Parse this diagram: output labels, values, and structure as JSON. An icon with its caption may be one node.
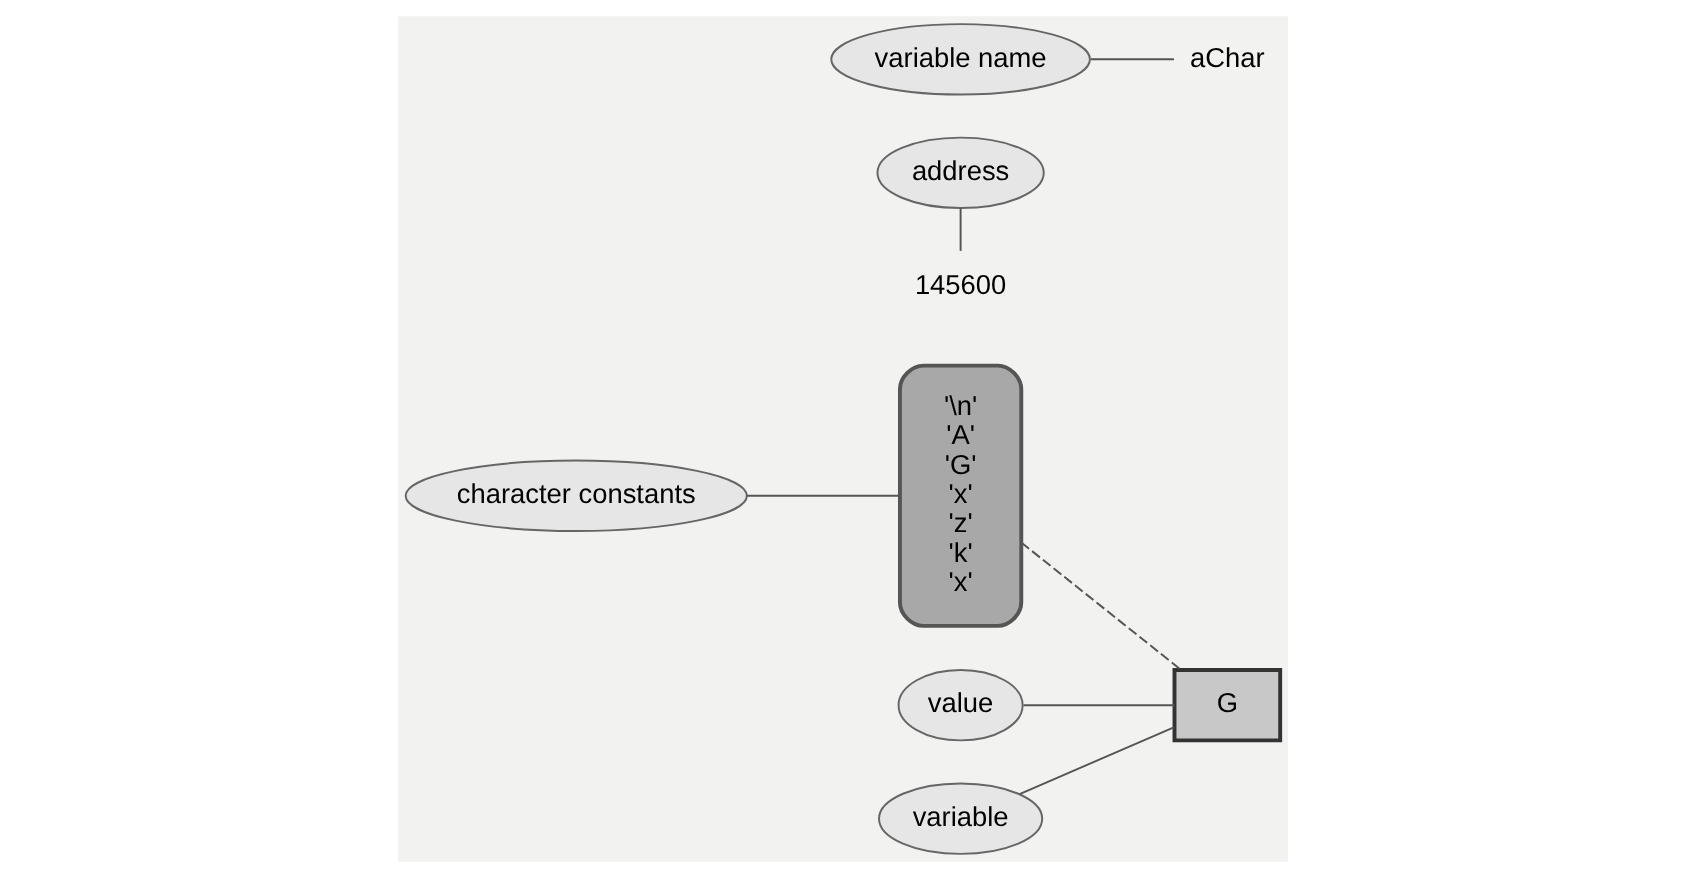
{
  "diagram": {
    "nodes": [
      {
        "text": [
          "character constants"
        ]
      },
      {
        "text": [
          "'\\n'",
          "'A'",
          "'G'",
          "'x'",
          "'z'",
          "'k'",
          "'x'"
        ]
      },
      {
        "text": [
          "address"
        ]
      },
      {
        "text": [
          "145600"
        ]
      },
      {
        "text": [
          "value"
        ]
      },
      {
        "text": [
          "G"
        ]
      },
      {
        "text": [
          "aChar"
        ]
      },
      {
        "text": [
          "variable"
        ]
      },
      {
        "text": [
          "variable name"
        ]
      }
    ],
    "edges": [
      {
        "from": 0,
        "to": 1,
        "arrow": "none"
      },
      {
        "from": 1,
        "to": 5,
        "arrow": "none",
        "style": "dashed"
      },
      {
        "from": 2,
        "to": 3,
        "arrow": "none"
      },
      {
        "from": 4,
        "to": 5,
        "arrow": "none"
      },
      {
        "from": 7,
        "to": 5,
        "arrow": "none"
      },
      {
        "from": 8,
        "to": 6,
        "arrow": "none"
      }
    ]
  }
}
